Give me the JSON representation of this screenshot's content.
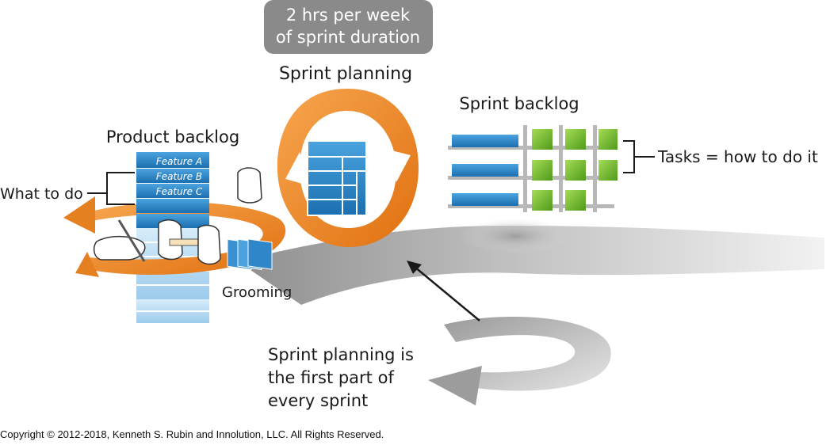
{
  "duration_callout": {
    "line1": "2 hrs per week",
    "line2": "of sprint duration"
  },
  "sprint_planning": {
    "label": "Sprint planning"
  },
  "sprint_backlog": {
    "label": "Sprint backlog"
  },
  "product_backlog": {
    "label": "Product backlog",
    "features": [
      "Feature A",
      "Feature B",
      "Feature C"
    ]
  },
  "annotations": {
    "what_to_do": "What to do",
    "tasks": "Tasks = how to do it",
    "grooming": "Grooming",
    "first_part": [
      "Sprint planning is",
      "the first part of",
      "every sprint"
    ]
  },
  "footer": {
    "copyright": "Copyright © 2012-2018, Kenneth S. Rubin and Innolution, LLC. All Rights Reserved."
  },
  "colors": {
    "accent_orange": "#f08a24",
    "backlog_blue": "#2f86c8",
    "task_green": "#7cc431",
    "callout_gray": "#8a8a8a",
    "flow_gray": "#c9c9c9"
  }
}
